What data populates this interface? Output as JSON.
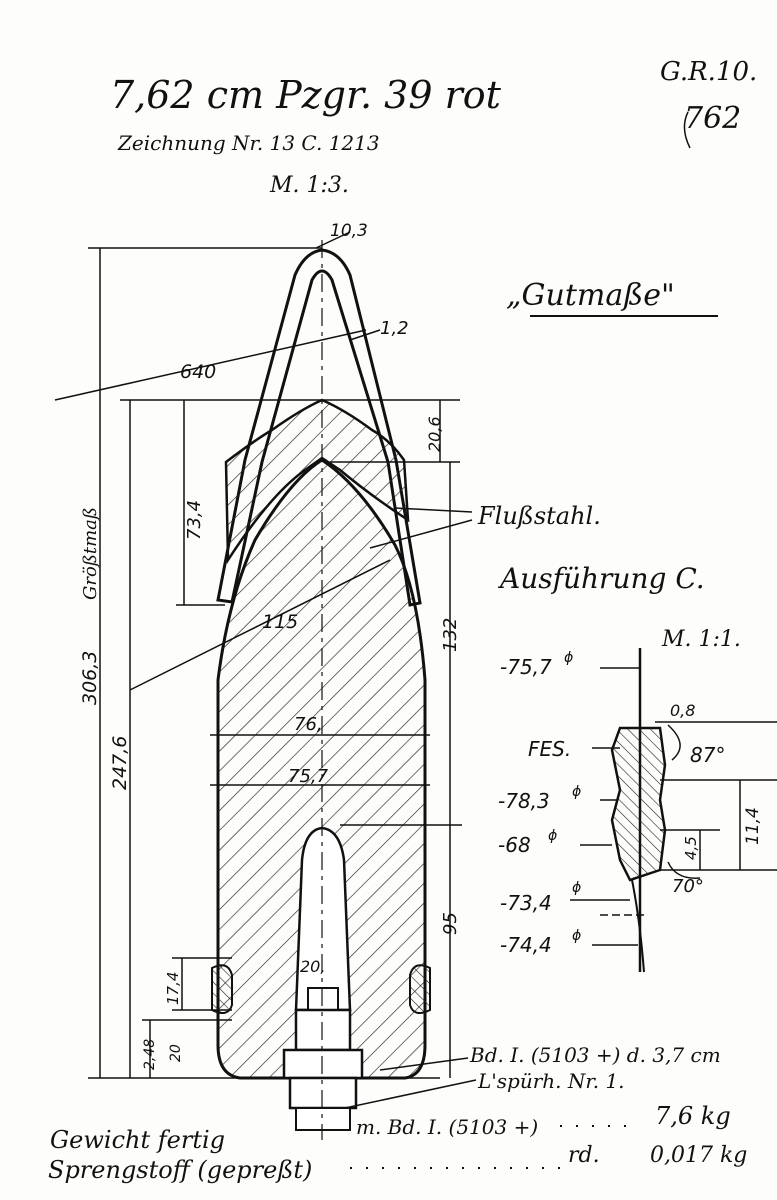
{
  "header": {
    "title": "7,62 cm Pzgr. 39 rot",
    "drawing_no": "Zeichnung Nr. 13 C. 1213",
    "scale": "M. 1:3.",
    "ref_code": "G.R.10.",
    "ref_number": "762"
  },
  "labels": {
    "gutmasse": "„Gutmaße\"",
    "flussstahl": "Flußstahl.",
    "ausfuehrung": "Ausführung C.",
    "detail_scale": "M. 1:1.",
    "groesstmass": "Größtmaß"
  },
  "dimensions": {
    "d_10_3": "10,3",
    "d_1_2": "1,2",
    "d_640": "640",
    "d_20_6": "20,6",
    "d_73_4": "73,4",
    "d_115": "115",
    "d_132": "132",
    "d_306_3": "306,3",
    "d_247_6": "247,6",
    "d_76": "76,",
    "d_75_7": "75,7",
    "d_95": "95",
    "d_17_4": "17,4",
    "d_20": "20,",
    "d_2_48": "2,48",
    "d_20_b": "20"
  },
  "detail": {
    "d_75_7": "-75,7",
    "d_0_8": "0,8",
    "fes": "FES.",
    "a_87": "87°",
    "d_78_3": "-78,3",
    "d_11_4": "11,4",
    "d_68": "-68",
    "d_4_5": "4,5",
    "a_70": "70°",
    "d_73_4": "-73,4",
    "d_74_4": "-74,4"
  },
  "notes": {
    "fuze": "Bd. I. (5103 +) d. 3,7 cm",
    "tracer": "L'spürh. Nr. 1.",
    "base_fuze": "m. Bd. I. (5103 +)",
    "weight_label": "Gewicht fertig",
    "weight_value": "7,6 kg",
    "charge_label": "Sprengstoff (gepreßt)",
    "charge_prefix": "rd.",
    "charge_value": "0,017 kg"
  }
}
